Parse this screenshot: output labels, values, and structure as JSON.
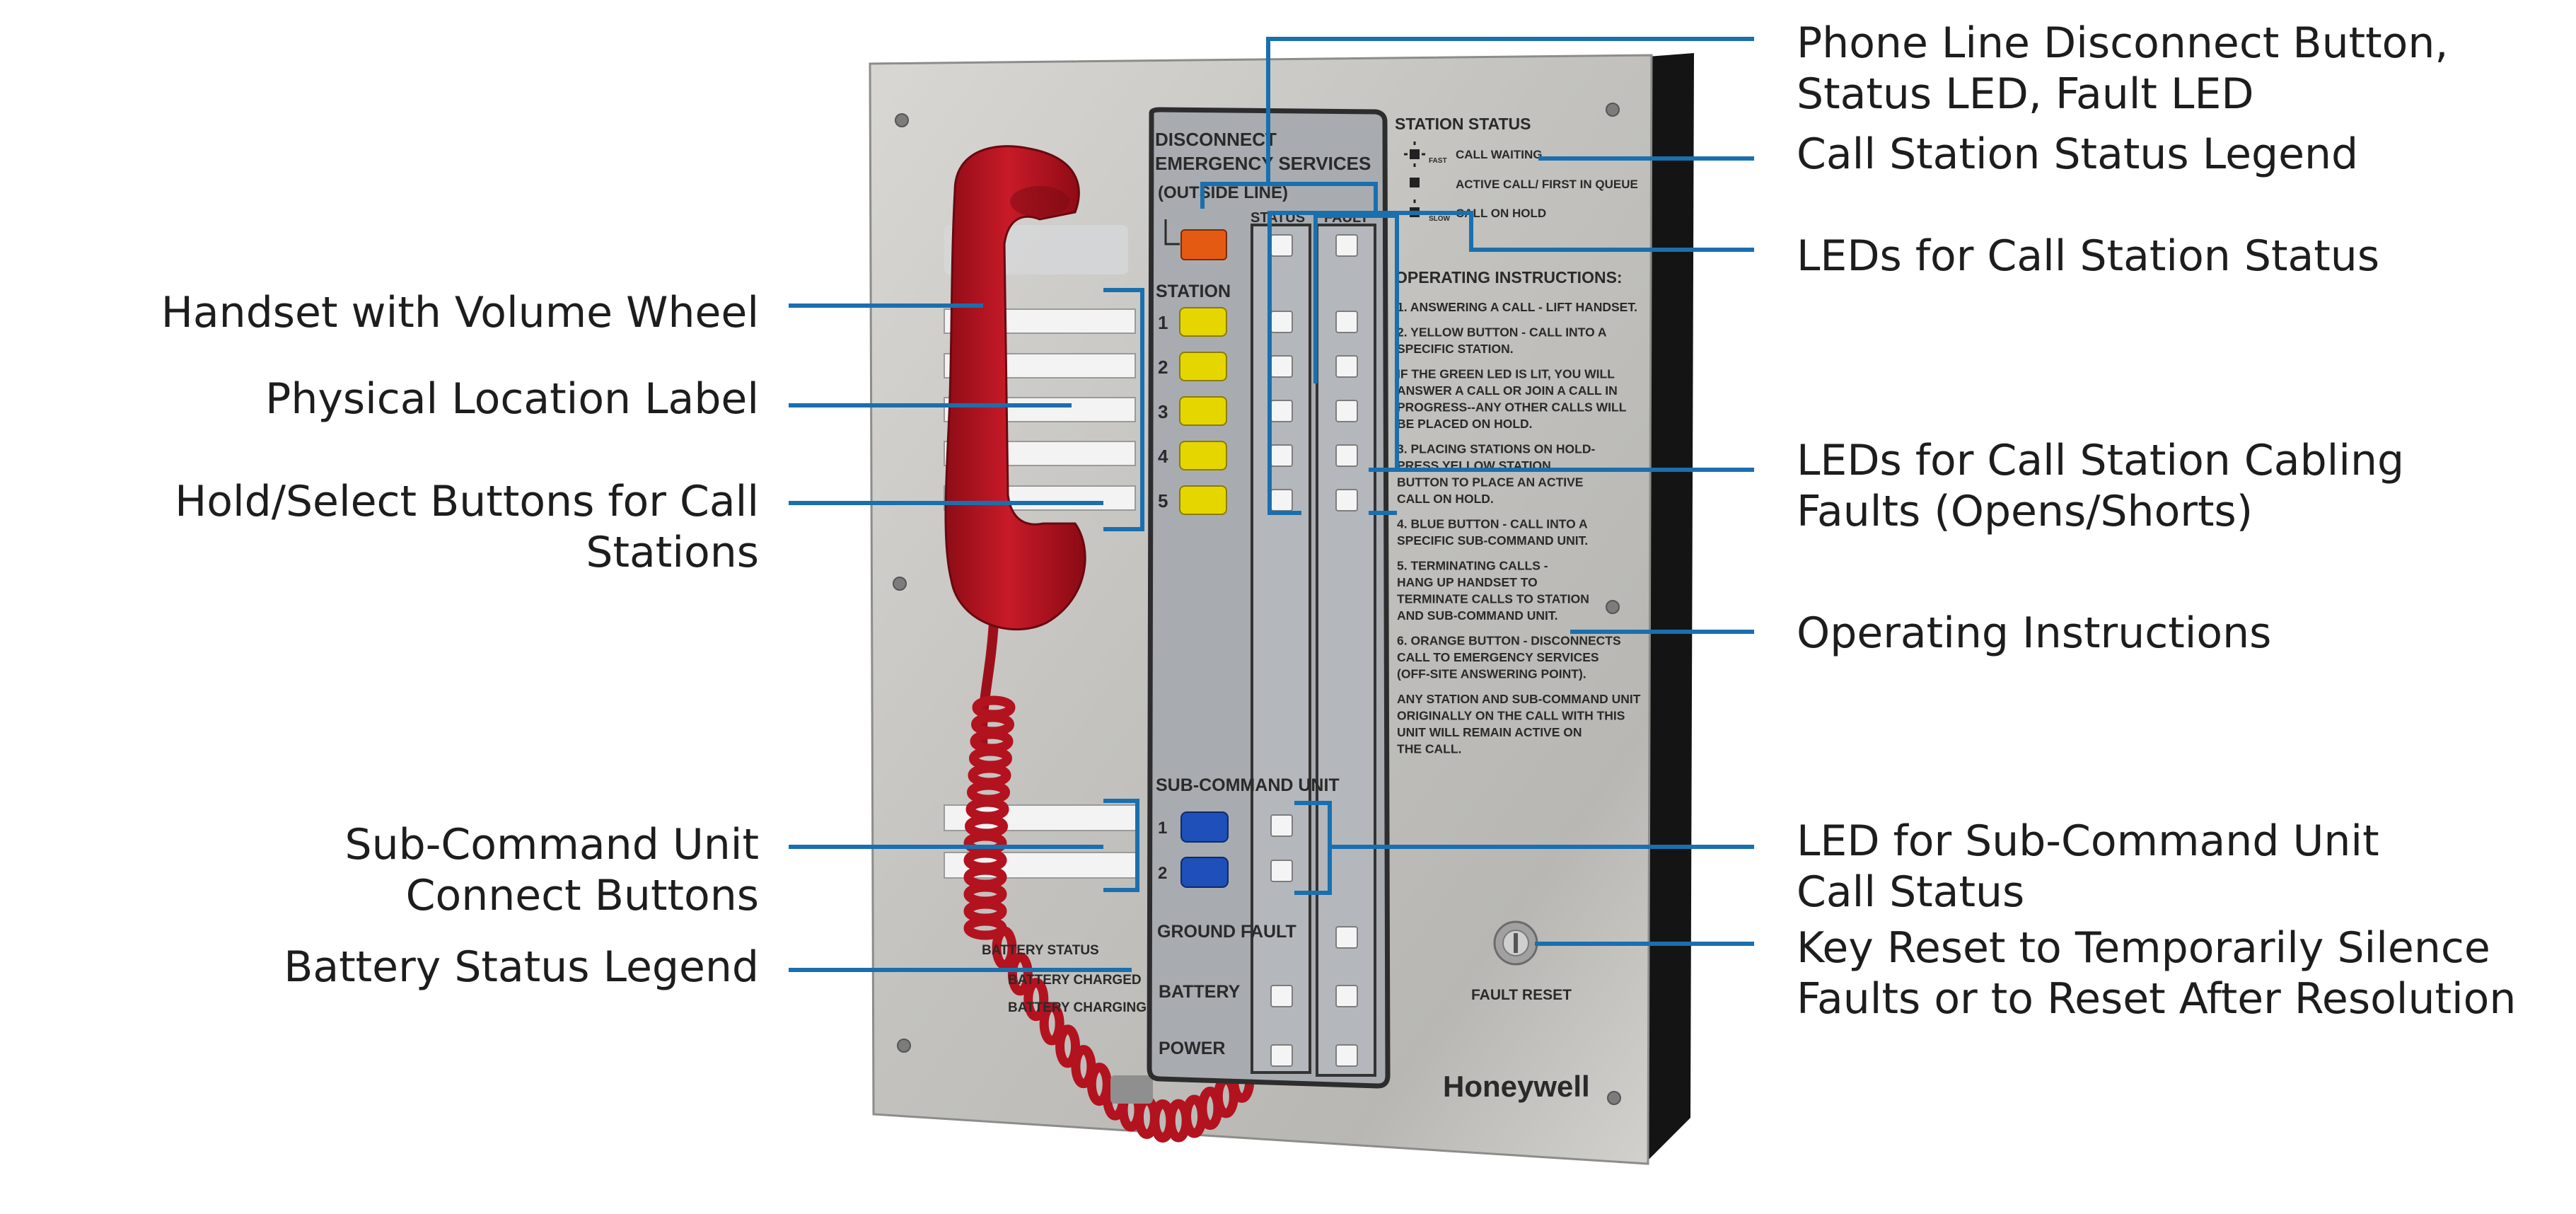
{
  "colors": {
    "leader": "#1a6fae",
    "handset": "#b3121f",
    "yellow_button": "#e6d600",
    "orange_button": "#e55a12",
    "blue_button": "#1f4fb8",
    "panel_steel": "#c9c8c4",
    "faceplate": "#a4a8ad",
    "led": "#f4f4f4"
  },
  "left_callouts": [
    {
      "id": "handset",
      "lines": [
        "Handset with Volume Wheel"
      ]
    },
    {
      "id": "location_label",
      "lines": [
        "Physical Location Label"
      ]
    },
    {
      "id": "hold_select",
      "lines": [
        "Hold/Select Buttons for Call",
        "Stations"
      ]
    },
    {
      "id": "sub_command_connect",
      "lines": [
        "Sub-Command Unit",
        "Connect Buttons"
      ]
    },
    {
      "id": "battery_legend",
      "lines": [
        "Battery Status Legend"
      ]
    }
  ],
  "right_callouts": [
    {
      "id": "phone_line",
      "lines": [
        "Phone Line Disconnect Button,",
        "Status LED, Fault LED"
      ]
    },
    {
      "id": "status_legend",
      "lines": [
        "Call Station Status Legend"
      ]
    },
    {
      "id": "status_leds",
      "lines": [
        "LEDs for Call Station Status"
      ]
    },
    {
      "id": "fault_leds",
      "lines": [
        "LEDs for Call Station Cabling",
        "Faults (Opens/Shorts)"
      ]
    },
    {
      "id": "instructions",
      "lines": [
        "Operating Instructions"
      ]
    },
    {
      "id": "sub_command_led",
      "lines": [
        "LED for Sub-Command Unit",
        "Call Status"
      ]
    },
    {
      "id": "key_reset",
      "lines": [
        "Key Reset to Temporarily Silence",
        "Faults or to Reset After Resolution"
      ]
    }
  ],
  "panel": {
    "disconnect_heading": [
      "DISCONNECT",
      "EMERGENCY SERVICES",
      "(OUTSIDE LINE)"
    ],
    "status_col": "STATUS",
    "fault_col": "FAULT",
    "station_heading": "STATION",
    "stations": [
      "1",
      "2",
      "3",
      "4",
      "5"
    ],
    "sub_command_heading": "SUB-COMMAND UNIT",
    "sub_units": [
      "1",
      "2"
    ],
    "ground_fault": "GROUND FAULT",
    "battery": "BATTERY",
    "power": "POWER",
    "station_status_title": "STATION STATUS",
    "legend": [
      "CALL WAITING",
      "ACTIVE CALL/ FIRST IN QUEUE",
      "CALL ON HOLD"
    ],
    "legend_fast": "FAST",
    "legend_slow": "SLOW",
    "instructions_title": "OPERATING INSTRUCTIONS:",
    "instructions": [
      [
        "1. ANSWERING A CALL - LIFT HANDSET."
      ],
      [
        "2. YELLOW BUTTON - CALL INTO A",
        "SPECIFIC STATION."
      ],
      [
        "IF THE GREEN LED IS LIT, YOU WILL",
        "ANSWER A CALL OR JOIN A CALL IN",
        "PROGRESS--ANY OTHER CALLS WILL",
        "BE PLACED ON HOLD."
      ],
      [
        "3. PLACING STATIONS ON HOLD-",
        "PRESS YELLOW STATION",
        "BUTTON TO PLACE AN ACTIVE",
        "CALL ON HOLD."
      ],
      [
        "4. BLUE BUTTON - CALL INTO A",
        "SPECIFIC SUB-COMMAND UNIT."
      ],
      [
        "5. TERMINATING CALLS -",
        "HANG UP HANDSET TO",
        "TERMINATE CALLS TO STATION",
        "AND SUB-COMMAND UNIT."
      ],
      [
        "6. ORANGE BUTTON - DISCONNECTS",
        "CALL TO EMERGENCY SERVICES",
        "(OFF-SITE ANSWERING POINT)."
      ],
      [
        "ANY STATION AND SUB-COMMAND UNIT",
        "ORIGINALLY ON THE CALL WITH THIS",
        "UNIT WILL REMAIN ACTIVE ON",
        "THE CALL."
      ]
    ],
    "battery_status_title": "BATTERY STATUS",
    "battery_legend": [
      "BATTERY CHARGED",
      "BATTERY CHARGING"
    ],
    "fault_reset": "FAULT RESET",
    "brand": "Honeywell"
  }
}
